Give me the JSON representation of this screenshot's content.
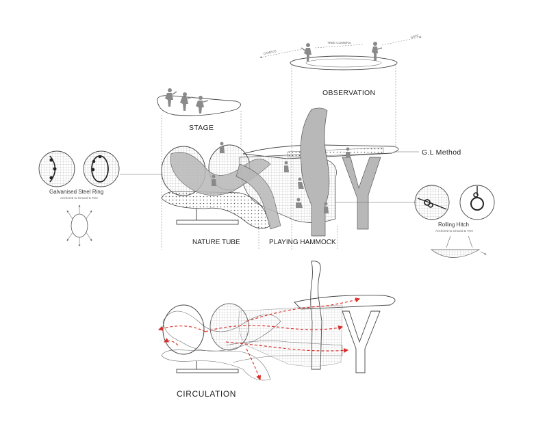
{
  "labels": {
    "observation": "OBSERVATION",
    "stage": "STAGE",
    "gl_method": "G.L Method",
    "galvanised_title": "Galvanised Steel Ring",
    "galvanised_sub": "Anchored to Ground & Tree",
    "rolling_title": "Rolling Hitch",
    "rolling_sub": "Anchored to Ground & Tree",
    "nature_tube": "NATURE TUBE",
    "playing_hammock": "PLAYING HAMMOCK",
    "circulation": "CIRCULATION",
    "campus": "CAMPUS",
    "tree_climbing": "TREE CLIMBING",
    "gate": "GATE"
  },
  "colors": {
    "line": "#444444",
    "tree_fill": "#b8b8b8",
    "person": "#8a8a8a",
    "circulation_arrow": "#d9302a"
  }
}
